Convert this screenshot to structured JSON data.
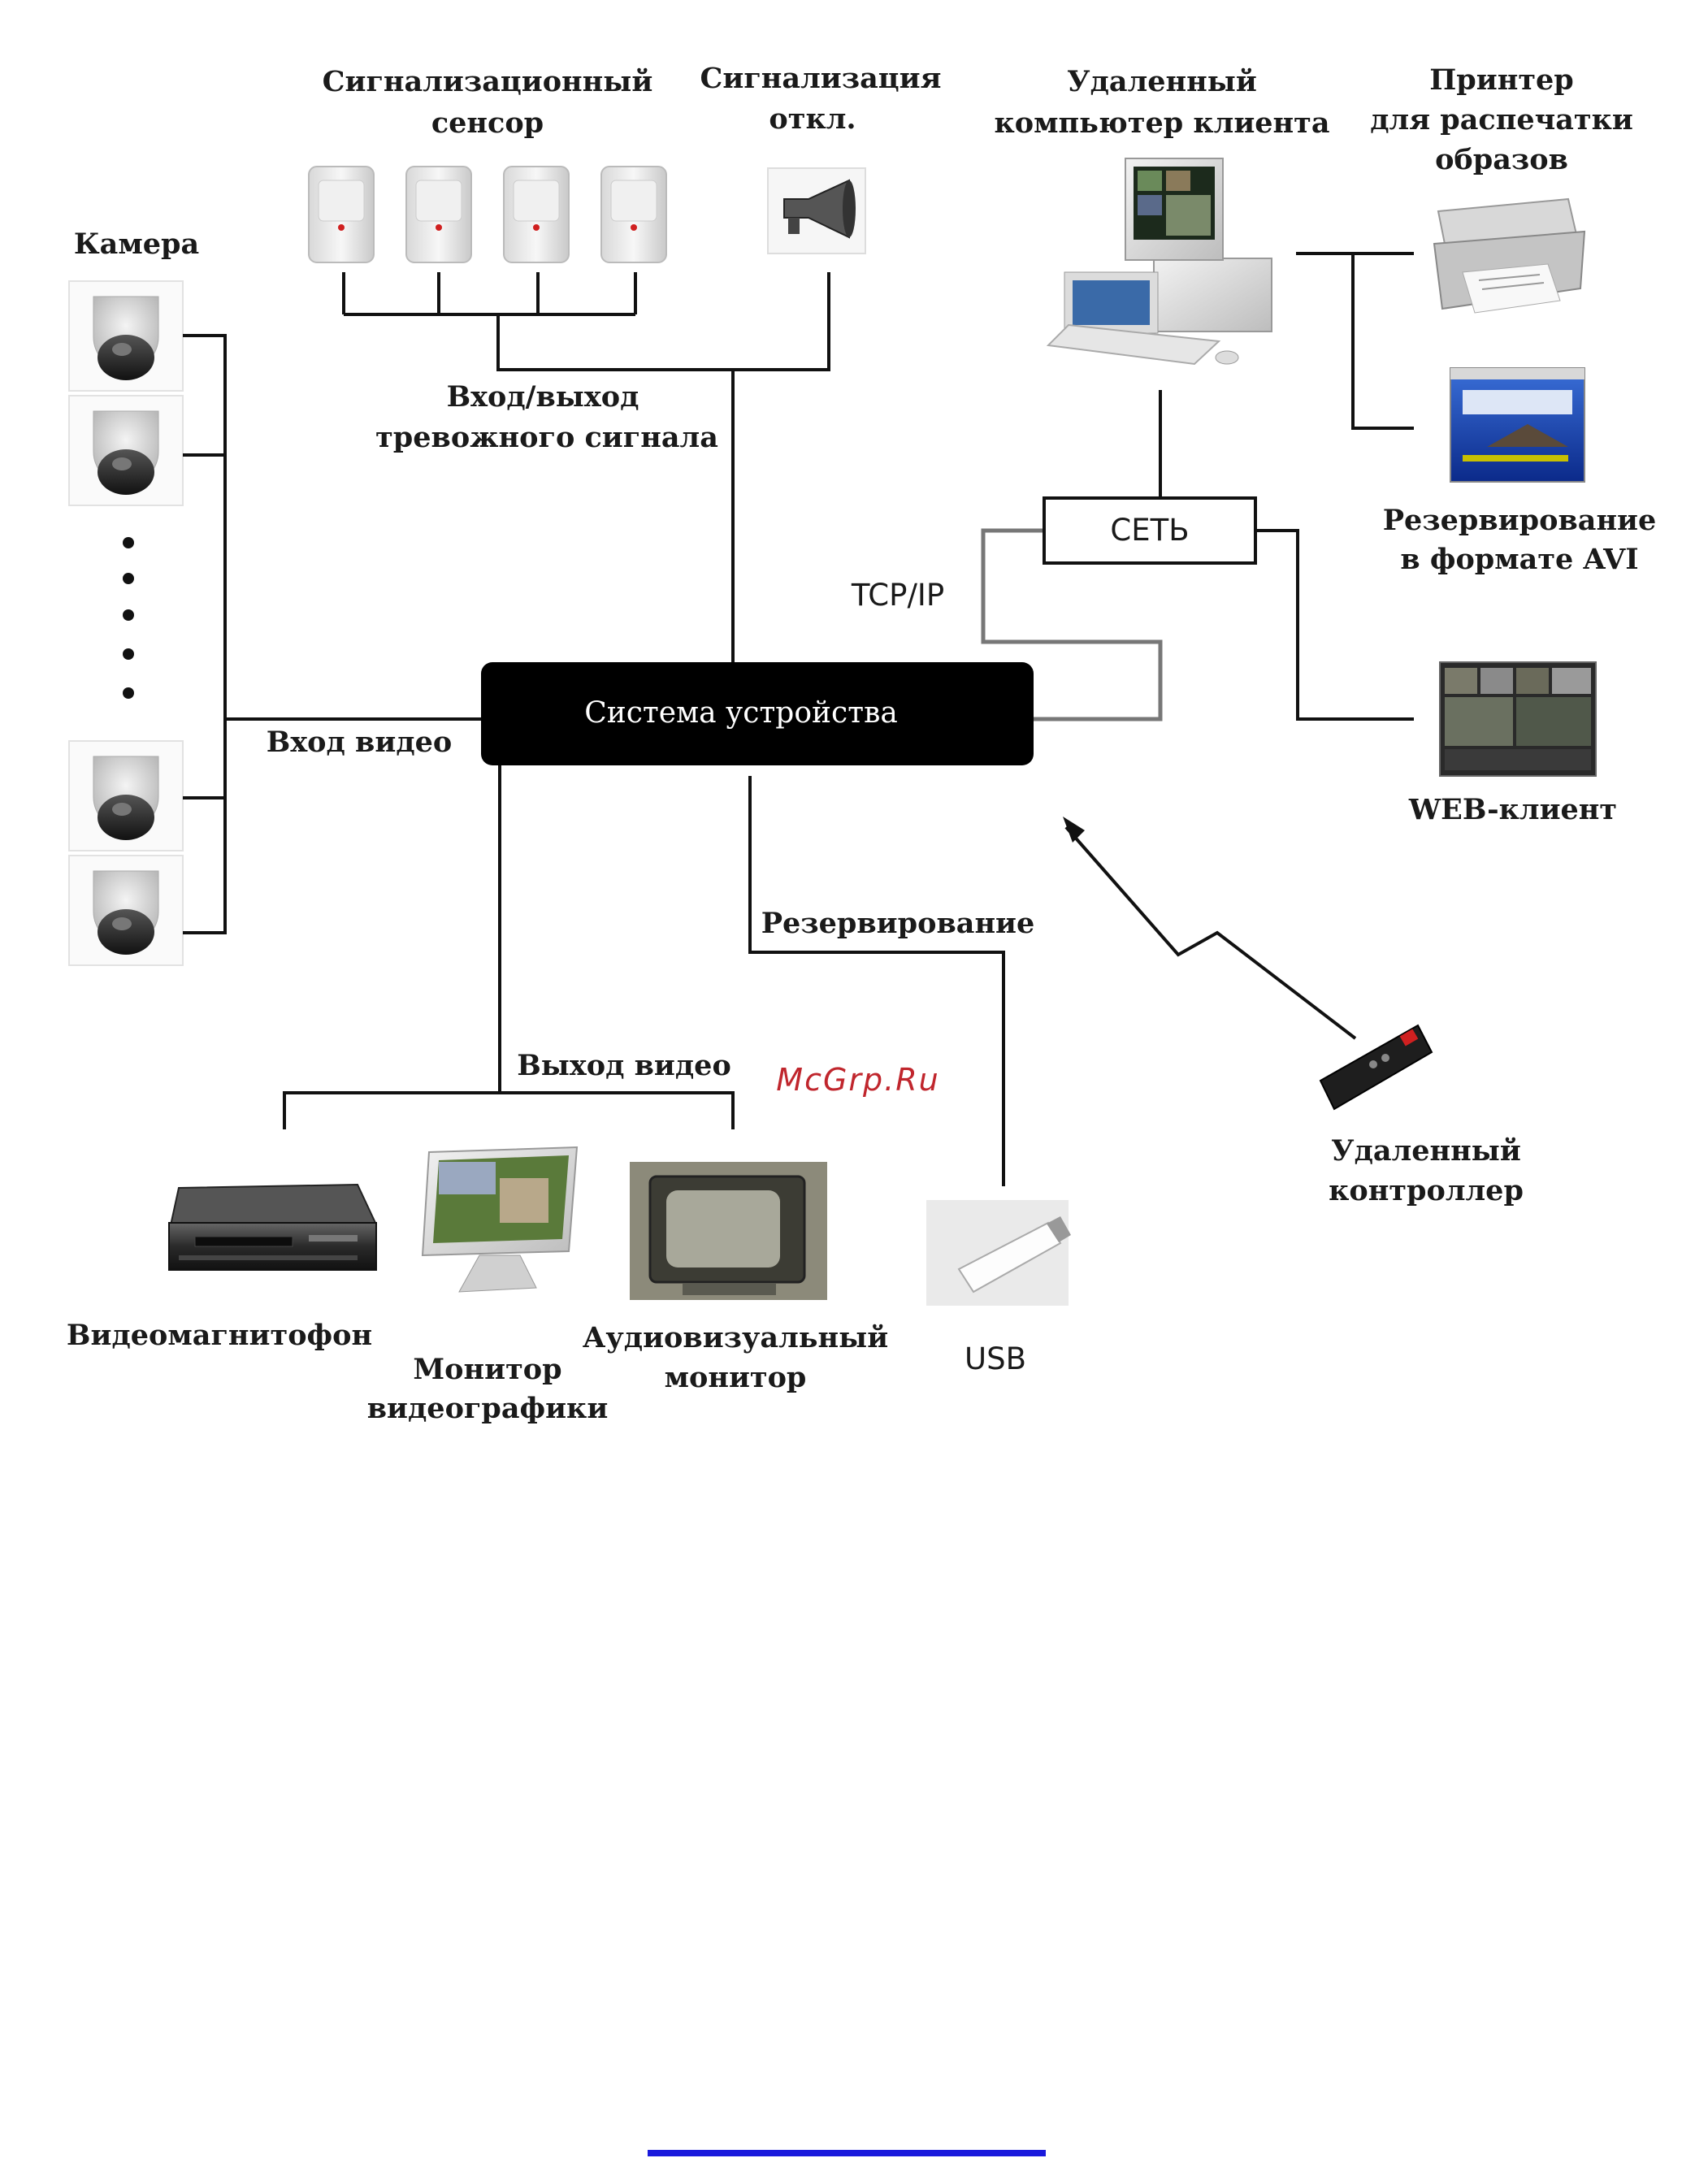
{
  "labels": {
    "alarm_sensor": [
      "Сигнализационный",
      "сенсор"
    ],
    "alarm_out": [
      "Сигнализация",
      "откл."
    ],
    "remote_pc": [
      "Удаленный",
      "компьютер клиента"
    ],
    "printer": [
      "Принтер",
      "для распечатки",
      "образов"
    ],
    "camera": "Камера",
    "alarm_io": [
      "Вход/выход",
      "тревожного сигнала"
    ],
    "network": "СЕТЬ",
    "tcpip": "TCP/IP",
    "avi_backup": [
      "Резервирование",
      "в формате AVI"
    ],
    "device_system": "Система устройства",
    "video_in": "Вход видео",
    "web_client": "WEB-клиент",
    "backup": "Резервирование",
    "video_out": "Выход видео",
    "remote_controller": [
      "Удаленный",
      "контроллер"
    ],
    "vcr": "Видеомагнитофон",
    "graphics_monitor": [
      "Монитор",
      "видеографики"
    ],
    "av_monitor": [
      "Аудиовизуальный",
      "монитор"
    ],
    "usb": "USB"
  },
  "watermark": "McGrp.Ru",
  "icons": [
    "motion-sensor-icon",
    "siren-icon",
    "desktop-computer-icon",
    "printer-icon",
    "avi-screenshot-icon",
    "dome-camera-icon",
    "web-client-screenshot-icon",
    "remote-control-icon",
    "vcr-icon",
    "lcd-monitor-icon",
    "crt-monitor-icon",
    "usb-drive-icon"
  ],
  "colors": {
    "device_box": "#000000",
    "device_text": "#ffffff",
    "watermark": "#c0262d",
    "bottom_rule": "#1a1adc"
  }
}
